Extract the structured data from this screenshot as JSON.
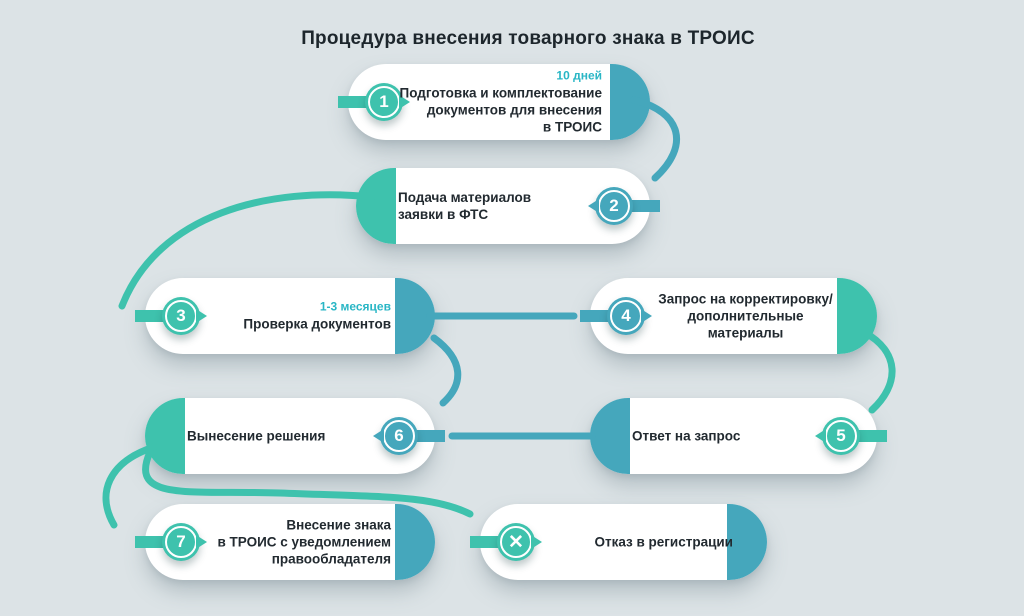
{
  "title": "Процедура внесения товарного знака в ТРОИС",
  "colors": {
    "teal_green": "#3EC2AD",
    "teal_blue": "#45A7BC",
    "duration_text": "#29B6C5",
    "background": "#DCE3E6",
    "label_text": "#222A30"
  },
  "steps": [
    {
      "badge": "1",
      "duration": "10 дней",
      "label": "Подготовка и комплектование\nдокументов для внесения\nв ТРОИС"
    },
    {
      "badge": "2",
      "label": "Подача материалов\nзаявки в ФТС"
    },
    {
      "badge": "3",
      "duration": "1-3 месяцев",
      "label": "Проверка документов"
    },
    {
      "badge": "4",
      "label": "Запрос на корректировку/\nдополнительные материалы"
    },
    {
      "badge": "5",
      "label": "Ответ на запрос"
    },
    {
      "badge": "6",
      "label": "Вынесение решения"
    },
    {
      "badge": "7",
      "label": "Внесение знака\nв ТРОИС с уведомлением\nправообладателя"
    },
    {
      "badge": "✕",
      "label": "Отказ в регистрации"
    }
  ],
  "flow": [
    {
      "from": "1",
      "to": "2"
    },
    {
      "from": "2",
      "to": "3"
    },
    {
      "from": "3",
      "to": "4"
    },
    {
      "from": "3",
      "to": "6"
    },
    {
      "from": "4",
      "to": "5"
    },
    {
      "from": "5",
      "to": "6"
    },
    {
      "from": "6",
      "to": "7"
    },
    {
      "from": "6",
      "to": "✕ (отказ)"
    }
  ]
}
